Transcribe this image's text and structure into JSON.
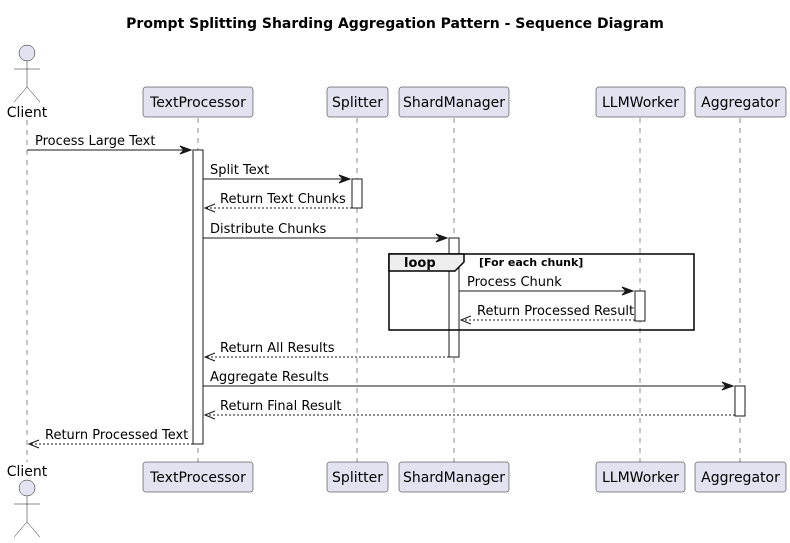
{
  "title": "Prompt Splitting Sharding Aggregation Pattern - Sequence Diagram",
  "participants": [
    {
      "id": "client",
      "name": "Client",
      "kind": "actor"
    },
    {
      "id": "textprocessor",
      "name": "TextProcessor",
      "kind": "participant"
    },
    {
      "id": "splitter",
      "name": "Splitter",
      "kind": "participant"
    },
    {
      "id": "shardmanager",
      "name": "ShardManager",
      "kind": "participant"
    },
    {
      "id": "llmworker",
      "name": "LLMWorker",
      "kind": "participant"
    },
    {
      "id": "aggregator",
      "name": "Aggregator",
      "kind": "participant"
    }
  ],
  "messages": [
    {
      "from": "client",
      "to": "textprocessor",
      "label": "Process Large Text",
      "style": "sync"
    },
    {
      "from": "textprocessor",
      "to": "splitter",
      "label": "Split Text",
      "style": "sync"
    },
    {
      "from": "splitter",
      "to": "textprocessor",
      "label": "Return Text Chunks",
      "style": "return"
    },
    {
      "from": "textprocessor",
      "to": "shardmanager",
      "label": "Distribute Chunks",
      "style": "sync"
    },
    {
      "from": "shardmanager",
      "to": "llmworker",
      "label": "Process Chunk",
      "style": "sync"
    },
    {
      "from": "llmworker",
      "to": "shardmanager",
      "label": "Return Processed Result",
      "style": "return"
    },
    {
      "from": "shardmanager",
      "to": "textprocessor",
      "label": "Return All Results",
      "style": "return"
    },
    {
      "from": "textprocessor",
      "to": "aggregator",
      "label": "Aggregate Results",
      "style": "sync"
    },
    {
      "from": "aggregator",
      "to": "textprocessor",
      "label": "Return Final Result",
      "style": "return"
    },
    {
      "from": "textprocessor",
      "to": "client",
      "label": "Return Processed Text",
      "style": "return"
    }
  ],
  "loop": {
    "keyword": "loop",
    "condition": "[For each chunk]"
  }
}
